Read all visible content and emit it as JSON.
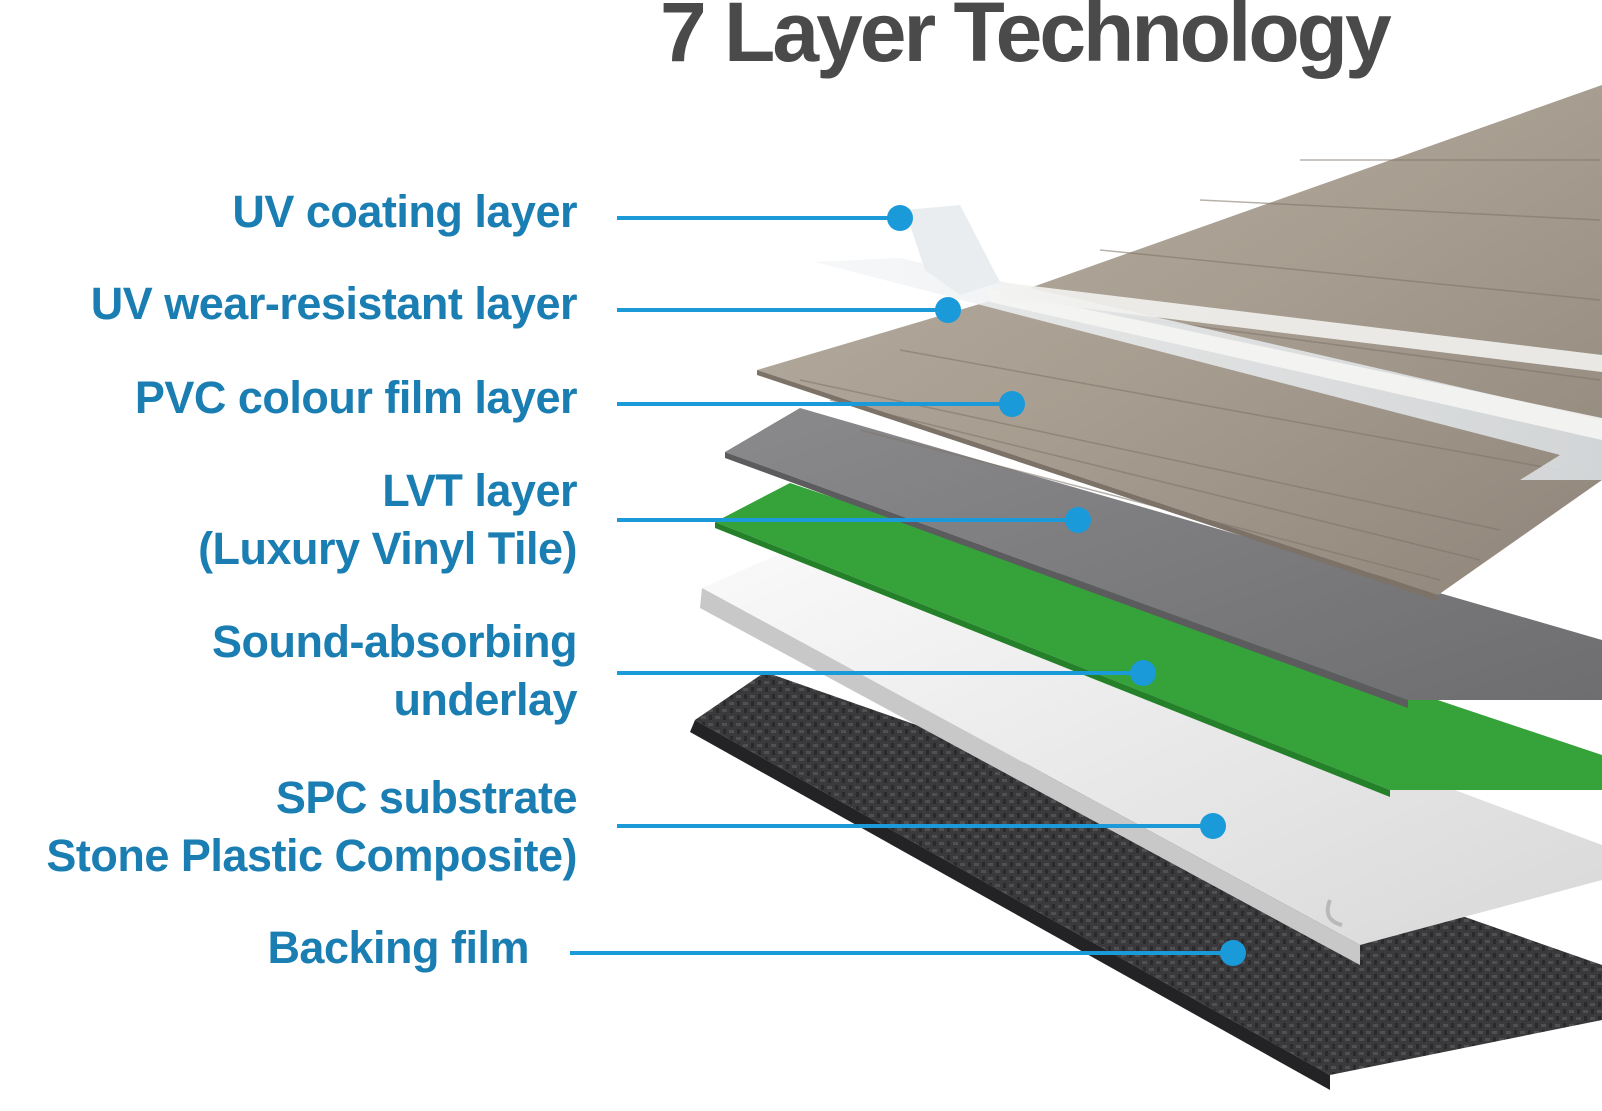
{
  "title": "7 Layer Technology",
  "accent_color": "#1a7eb3",
  "line_color": "#1a9ad8",
  "layers": [
    {
      "id": "uv-coating",
      "lines": [
        "UV coating layer"
      ],
      "color": "#e8eaec"
    },
    {
      "id": "uv-wear-resistant",
      "lines": [
        "UV wear-resistant layer"
      ],
      "color": "#dfe3e6"
    },
    {
      "id": "pvc-colour-film",
      "lines": [
        "PVC colour film layer"
      ],
      "color": "#a89e92"
    },
    {
      "id": "lvt",
      "lines": [
        "LVT layer",
        "(Luxury Vinyl Tile)"
      ],
      "color": "#7d7d7f"
    },
    {
      "id": "sound-absorbing",
      "lines": [
        "Sound-absorbing",
        "underlay"
      ],
      "color": "#35a23a"
    },
    {
      "id": "spc-substrate",
      "lines": [
        "SPC substrate",
        "Stone Plastic Composite)"
      ],
      "color": "#eeeeee"
    },
    {
      "id": "backing-film",
      "lines": [
        "Backing film"
      ],
      "color": "#3a3a3c"
    }
  ]
}
